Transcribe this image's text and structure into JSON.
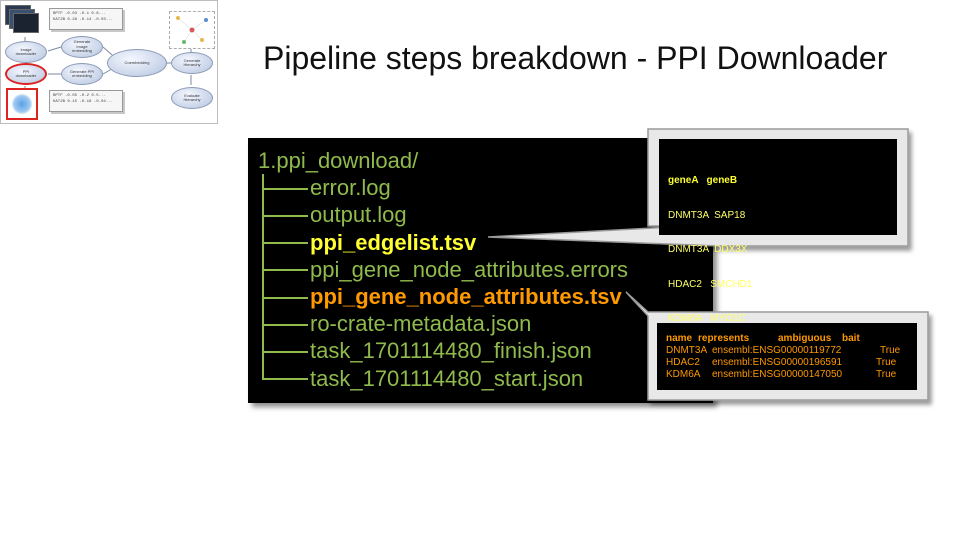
{
  "title": "Pipeline steps breakdown - PPI Downloader",
  "thumbnail": {
    "nodes": {
      "image_downloader": "Image\ndownloader",
      "generate_image_embedding": "Generate\nImage\nembedding",
      "ppi_downloader": "PPI\ndownloader",
      "generate_ppi_embedding": "Generate PPI\nembedding",
      "coembedding": "Coembedding",
      "generate_hierarchy": "Generate\nHierarchy",
      "evaluate_hierarchy": "Evaluate\nHierarchy"
    },
    "note_top": "BPTF -0.03 -0.1 0.8...\nKAT2B 0.28 -0.14 -0.03...",
    "note_bottom": "BPTF -0.05 -0.2 0.5...\nKAT2B 0.15 -0.18 -0.04..."
  },
  "tree": {
    "root": "1.ppi_download/",
    "files": [
      {
        "name": "error.log",
        "style": "normal"
      },
      {
        "name": "output.log",
        "style": "normal"
      },
      {
        "name": "ppi_edgelist.tsv",
        "style": "yellow"
      },
      {
        "name": "ppi_gene_node_attributes.errors",
        "style": "normal"
      },
      {
        "name": "ppi_gene_node_attributes.tsv",
        "style": "orange"
      },
      {
        "name": "ro-crate-metadata.json",
        "style": "normal"
      },
      {
        "name": "task_1701114480_finish.json",
        "style": "normal"
      },
      {
        "name": "task_1701114480_start.json",
        "style": "normal"
      }
    ]
  },
  "edgelist_preview": {
    "header": "geneA   geneB",
    "rows": [
      "DNMT3A  SAP18",
      "DNMT3A  DDX3X",
      "HDAC2   SMCHD1",
      "KDM6A   MYO1C"
    ]
  },
  "attributes_preview": {
    "headers": [
      "name",
      "represents",
      "ambiguous",
      "bait"
    ],
    "rows": [
      [
        "DNMT3A",
        "ensembl:ENSG00000119772",
        "",
        "True"
      ],
      [
        "HDAC2",
        "ensembl:ENSG00000196591",
        "",
        "True"
      ],
      [
        "KDM6A",
        "ensembl:ENSG00000147050",
        "",
        "True"
      ]
    ]
  },
  "colors": {
    "tree_text": "#8fba4c",
    "highlight_yellow": "#ffff33",
    "highlight_orange": "#ff9900",
    "terminal_bg": "#000000"
  }
}
